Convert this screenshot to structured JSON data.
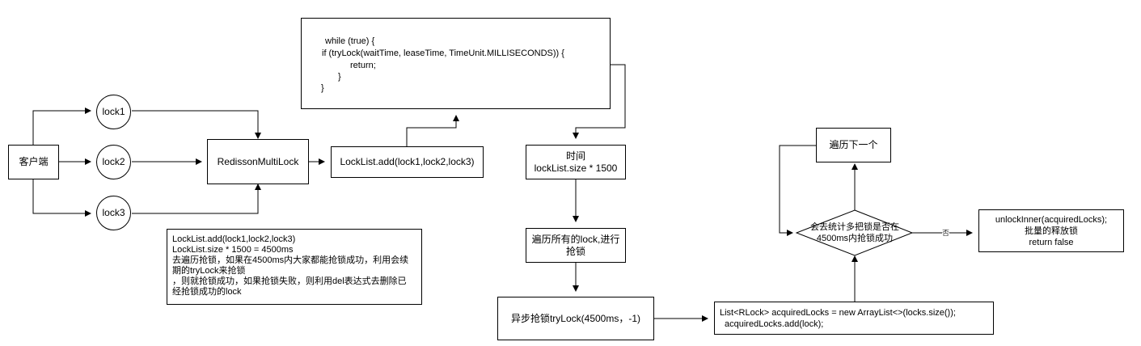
{
  "nodes": {
    "client": "客户端",
    "lock1": "lock1",
    "lock2": "lock2",
    "lock3": "lock3",
    "multilock": "RedissonMultiLock",
    "locklist_add": "LockList.add(lock1,lock2,lock3)",
    "while_code": [
      "while (true) {",
      "if (tryLock(waitTime, leaseTime, TimeUnit.MILLISECONDS)) {",
      "return;",
      "}",
      "}"
    ],
    "time_line1": "时间",
    "time_line2": "lockList.size * 1500",
    "iterate_line1": "遍历所有的lock,进行",
    "iterate_line2": "抢锁",
    "async_lock": "异步抢锁tryLock(4500ms，-1)",
    "acquired_line1": "List<RLock> acquiredLocks = new ArrayList<>(locks.size());",
    "acquired_line2": "acquiredLocks.add(lock);",
    "next": "遍历下一个",
    "decision_line1": "会去统计多把锁是否在",
    "decision_line2": "4500ms内抢锁成功",
    "no_label": "否",
    "unlock_line1": "unlockInner(acquiredLocks);",
    "unlock_line2": "批量的释放锁",
    "unlock_line3": "return false"
  },
  "note": [
    "LockList.add(lock1,lock2,lock3)",
    "LockList.size * 1500 = 4500ms",
    "去遍历抢锁，如果在4500ms内大家都能抢锁成功，利用会续",
    "期的tryLock来抢锁",
    "，则就抢锁成功，如果抢锁失败，则利用del表达式去删除已",
    "经抢锁成功的lock"
  ]
}
